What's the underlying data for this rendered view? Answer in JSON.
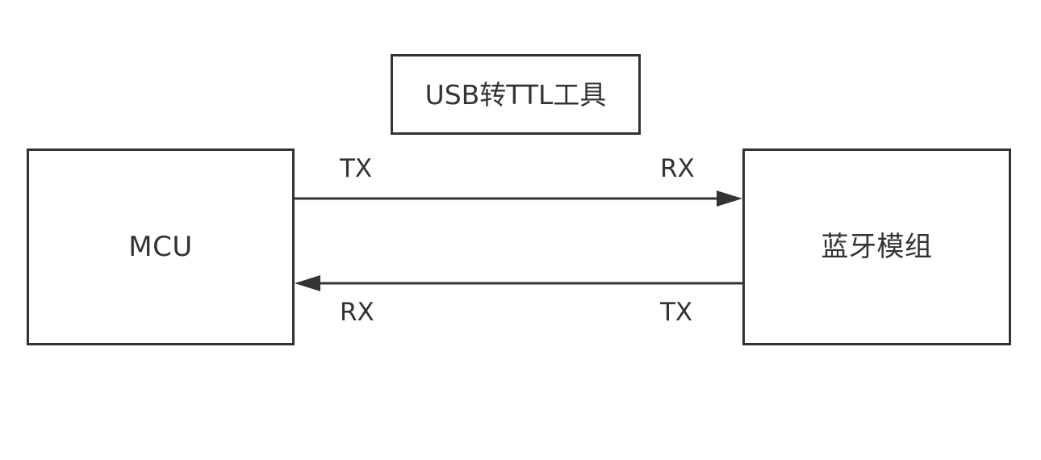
{
  "usb_tool": {
    "label": "USB转TTL工具"
  },
  "mcu": {
    "label": "MCU"
  },
  "bluetooth_module": {
    "label": "蓝牙模组"
  },
  "links": [
    {
      "from": "MCU",
      "to": "蓝牙模组",
      "from_port": "TX",
      "to_port": "RX"
    },
    {
      "from": "蓝牙模组",
      "to": "MCU",
      "from_port": "TX",
      "to_port": "RX"
    }
  ],
  "colors": {
    "stroke": "#333333",
    "text": "#333333",
    "background": "#ffffff"
  }
}
